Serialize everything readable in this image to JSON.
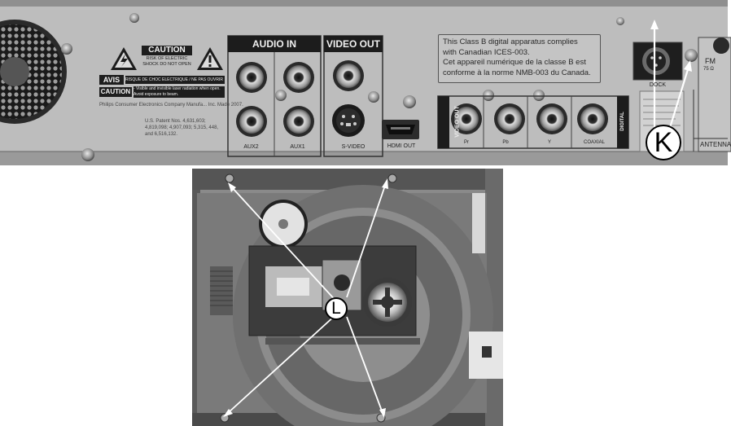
{
  "rear_panel": {
    "caution_title": "CAUTION",
    "caution_sub": "RISK OF ELECTRIC SHOCK DO NOT OPEN",
    "avis": "AVIS",
    "avis_text": "RISQUE DE CHOC ELECTRIQUE / NE PAS OUVRIR",
    "caution_laser": "CAUTION",
    "caution_laser_text": "- Visible and invisible laser radiation when open. Avoid exposure to beam.",
    "manufacturer_note": "Philips Consumer Electronics Company Manufa... Inc. Made 2007.",
    "patent": "U.S. Patent Nos. 4,631,603; 4,819,098; 4,907,093; 5,315, 448, and 6,516,132.",
    "audio_in_label": "AUDIO IN",
    "video_out_label": "VIDEO OUT",
    "aux2_label": "AUX2",
    "aux1_label": "AUX1",
    "svideo_label": "S-VIDEO",
    "hdmi_label": "HDMI OUT",
    "video_out_vertical": "VIDEO OUT",
    "pr_label": "Pr",
    "pb_label": "Pb",
    "y_label": "Y",
    "coaxial_label": "COAXIAL",
    "digital_out_label": "DIGITAL",
    "notice_lines": [
      "This Class B digital apparatus complies",
      "with Canadian ICES-003.",
      "Cet appareil numérique de la classe B est",
      "conforme à la norme NMB-003 du Canada."
    ],
    "dock_label": "DOCK",
    "fm_label": "FM",
    "fm_sub": "75 Ω",
    "antenna_label": "ANTENNA"
  },
  "callouts": {
    "k": "K",
    "l": "L"
  }
}
